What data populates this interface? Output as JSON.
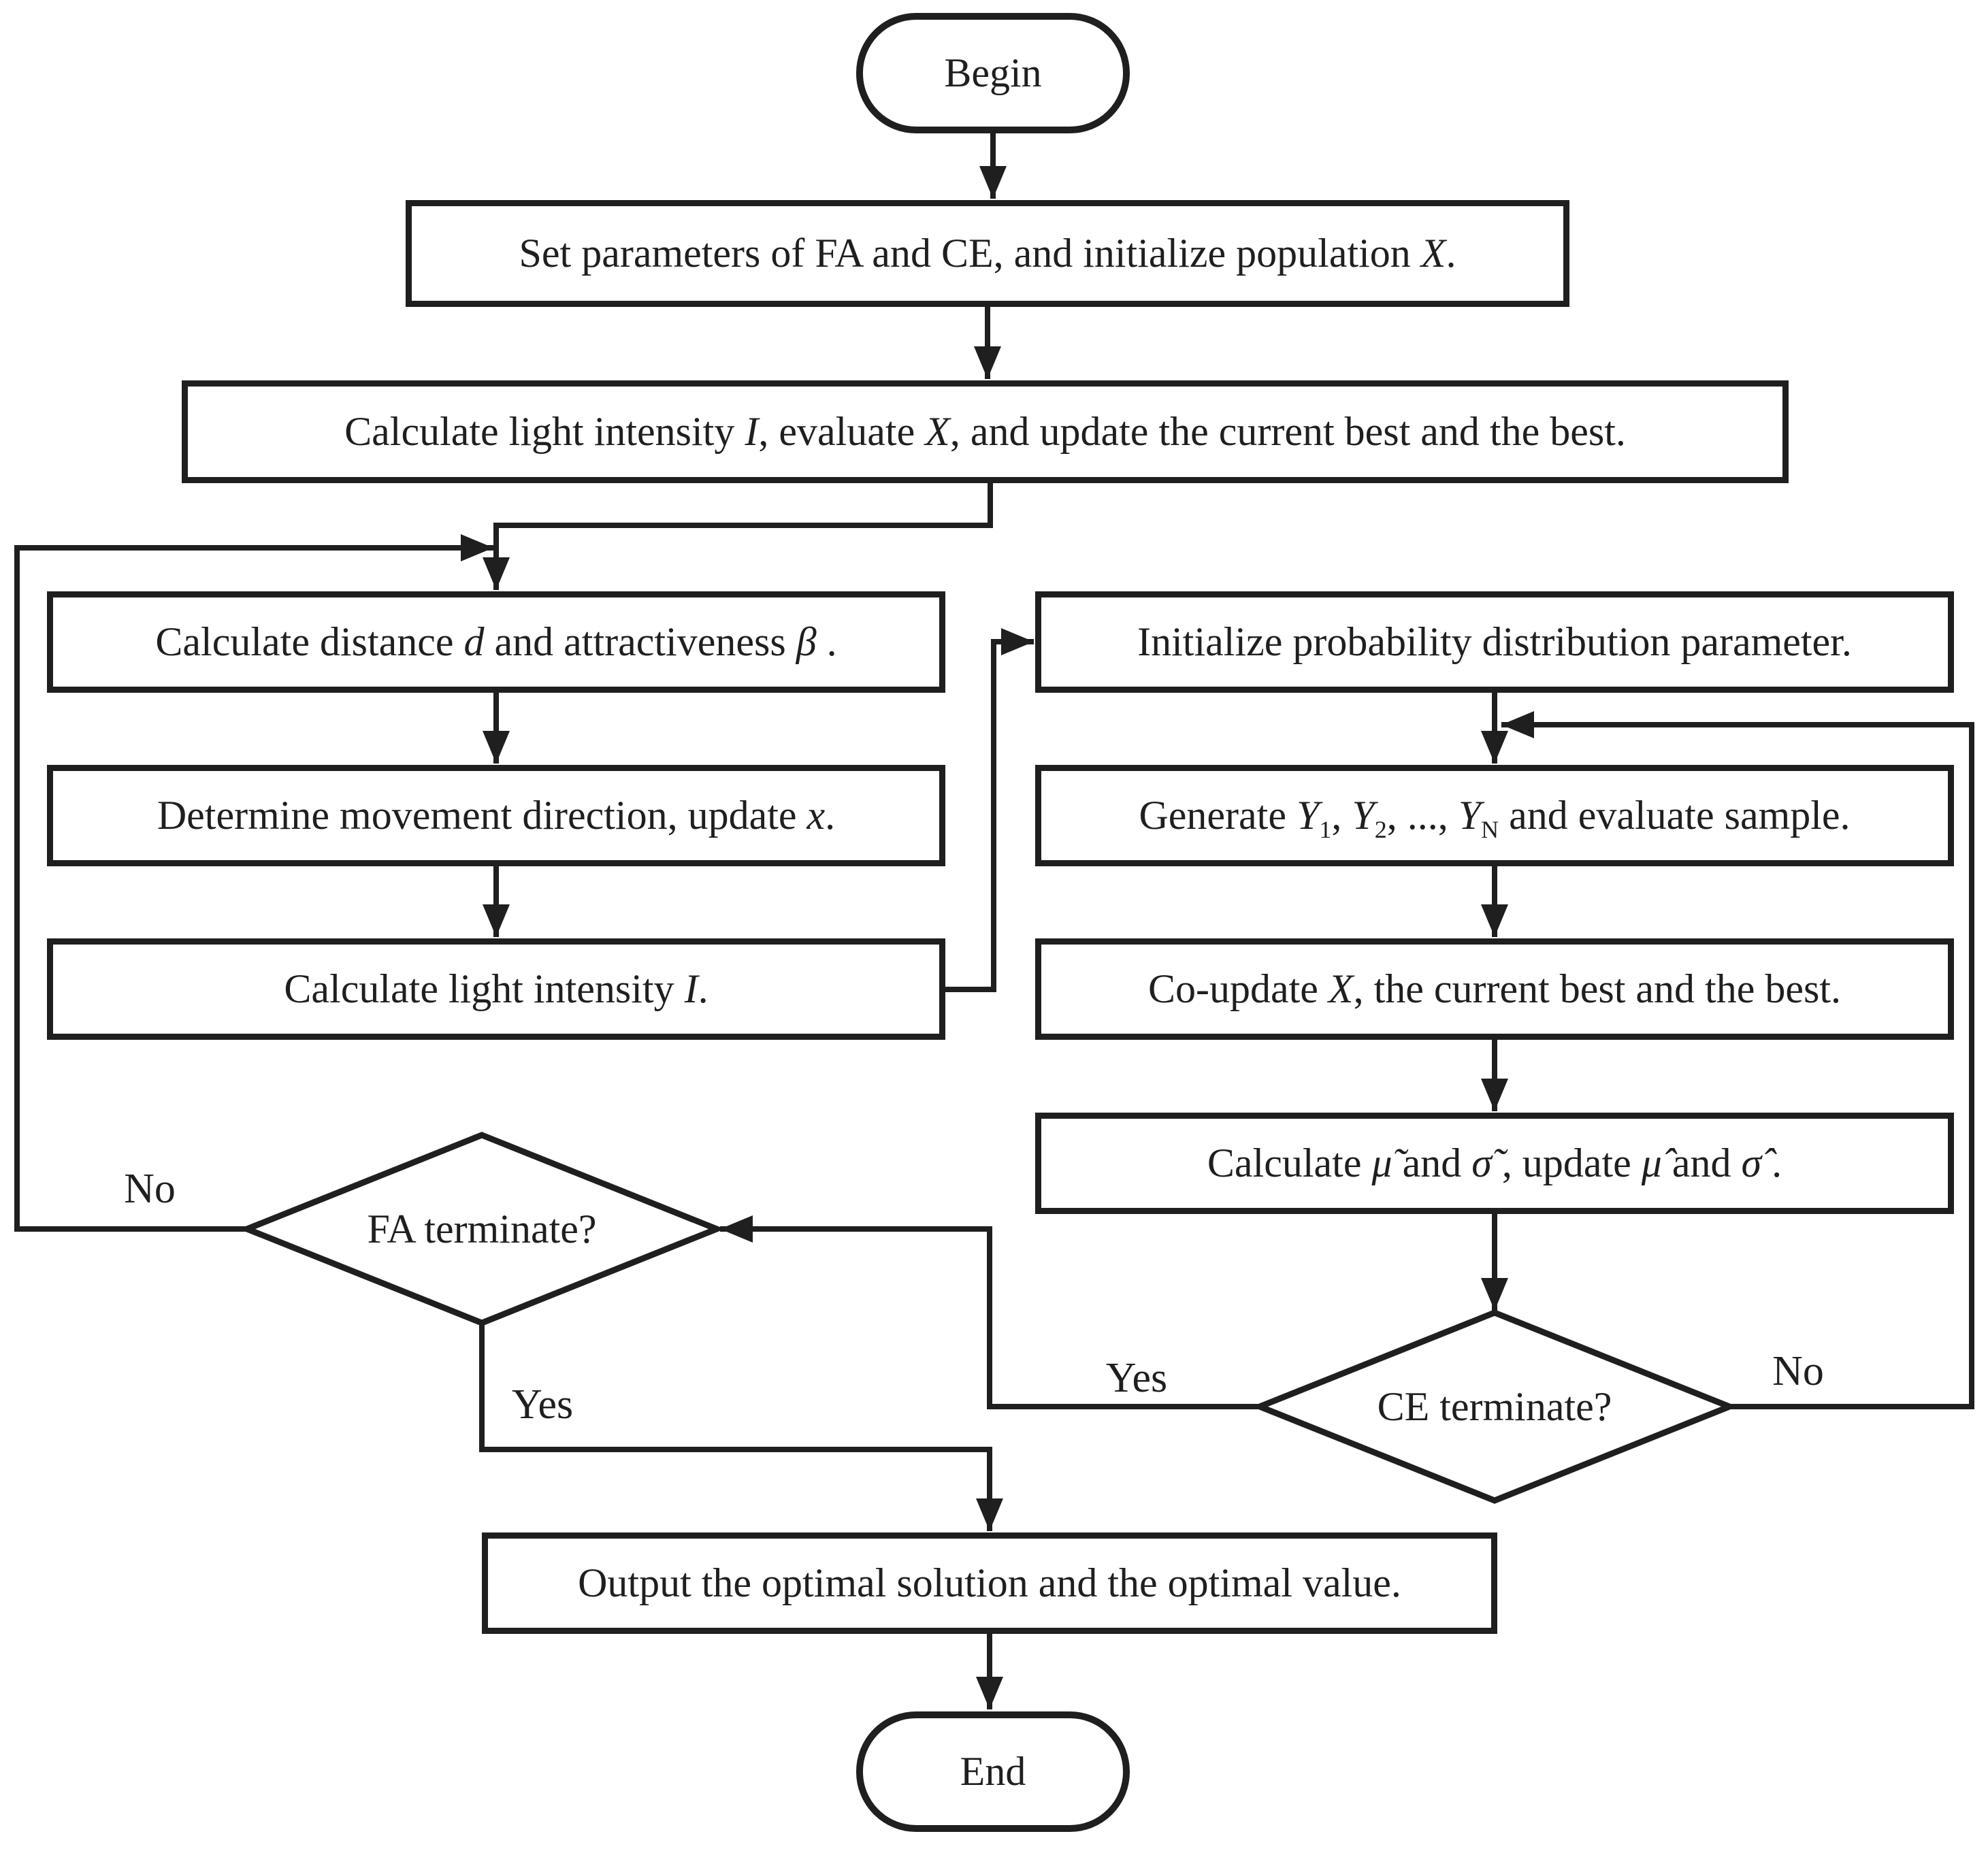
{
  "meta": {
    "ink_color": "#1f1f1f",
    "background_color": "#ffffff",
    "diagram_type": "flowchart"
  },
  "nodes": {
    "begin": {
      "label": "Begin"
    },
    "set_params": {
      "label_html": "Set parameters of FA and CE, and initialize population <i>X</i>."
    },
    "calc_eval": {
      "label_html": "Calculate light intensity <i>I</i>, evaluate <i>X</i>, and update the current best and the best."
    },
    "calc_distance": {
      "label_html": "Calculate distance <i>d</i> and attractiveness <i>β</i> ."
    },
    "movement": {
      "label_html": "Determine movement direction, update <i>x</i>."
    },
    "calc_intensity": {
      "label_html": "Calculate light intensity <i>I</i>."
    },
    "init_distribution": {
      "label": "Initialize probability distribution parameter."
    },
    "generate_samples": {
      "label_html": "Generate <i>Y</i><sub>1</sub>, <i>Y</i><sub>2</sub>, ..., <i>Y</i><sub>N</sub> and evaluate sample."
    },
    "co_update": {
      "label_html": "Co-update <i>X</i>, the current best and the best."
    },
    "update_params": {
      "label_html": "Calculate <i>μ̃</i> and <i>σ̃</i> , update <i>μ̂</i> and <i>σ̂</i> ."
    },
    "fa_terminate": {
      "label": "FA terminate?"
    },
    "ce_terminate": {
      "label": "CE terminate?"
    },
    "output": {
      "label": "Output the optimal solution and the optimal value."
    },
    "end": {
      "label": "End"
    }
  },
  "edge_labels": {
    "fa_no": "No",
    "fa_yes": "Yes",
    "ce_yes": "Yes",
    "ce_no": "No"
  }
}
